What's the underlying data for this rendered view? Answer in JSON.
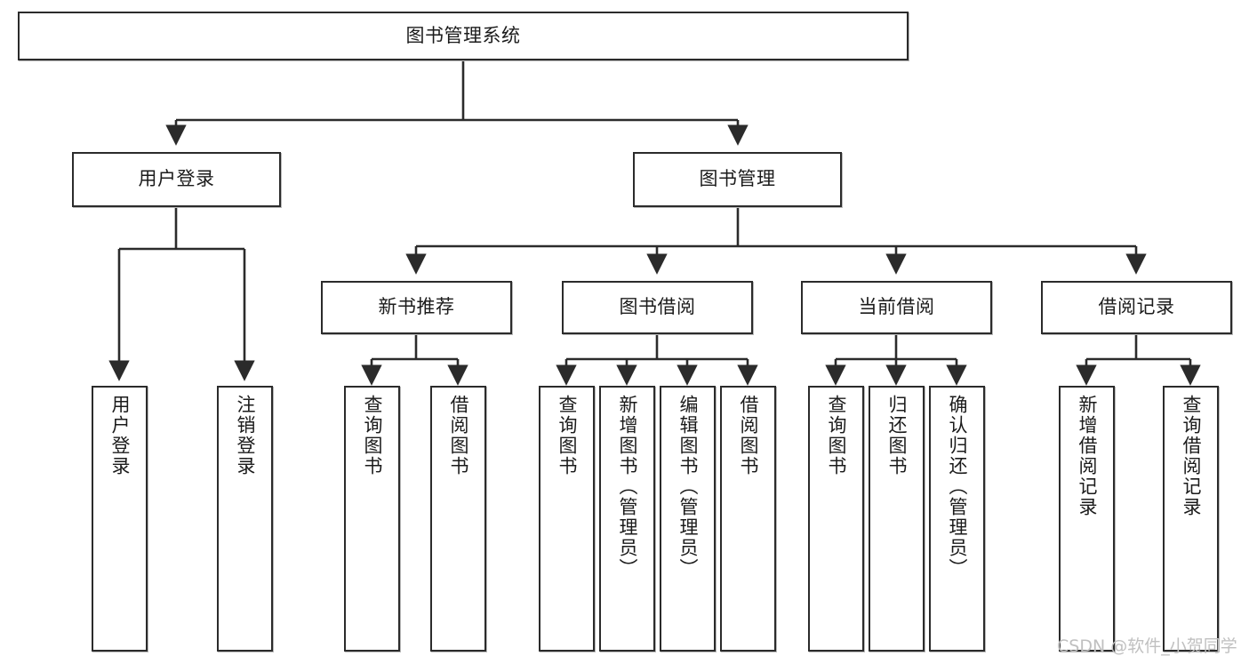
{
  "diagram": {
    "type": "tree-hierarchy-flowchart",
    "title": "图书管理系统",
    "style": {
      "box_border_color": "#2b2b2b",
      "box_fill": "#ffffff",
      "line_color": "#2b2b2b",
      "text_color": "#1b1b1b",
      "watermark_color": "#c0c0c0"
    },
    "nodes": {
      "root": {
        "label": "图书管理系统",
        "level": 1,
        "orientation": "horizontal"
      },
      "l2": [
        {
          "id": "user-login",
          "label": "用户登录",
          "level": 2,
          "orientation": "horizontal"
        },
        {
          "id": "book-manage",
          "label": "图书管理",
          "level": 2,
          "orientation": "horizontal"
        }
      ],
      "l3": [
        {
          "id": "new-book-recommend",
          "label": "新书推荐",
          "level": 3,
          "orientation": "horizontal",
          "parent": "book-manage"
        },
        {
          "id": "book-borrow",
          "label": "图书借阅",
          "level": 3,
          "orientation": "horizontal",
          "parent": "book-manage"
        },
        {
          "id": "current-borrow",
          "label": "当前借阅",
          "level": 3,
          "orientation": "horizontal",
          "parent": "book-manage"
        },
        {
          "id": "borrow-record",
          "label": "借阅记录",
          "level": 3,
          "orientation": "horizontal",
          "parent": "book-manage"
        }
      ],
      "leaves": [
        {
          "id": "leaf-user-login",
          "label": "用户登录",
          "parent": "user-login",
          "orientation": "vertical"
        },
        {
          "id": "leaf-user-logout",
          "label": "注销登录",
          "parent": "user-login",
          "orientation": "vertical"
        },
        {
          "id": "leaf-query-book-1",
          "label": "查询图书",
          "parent": "new-book-recommend",
          "orientation": "vertical"
        },
        {
          "id": "leaf-borrow-book-1",
          "label": "借阅图书",
          "parent": "new-book-recommend",
          "orientation": "vertical"
        },
        {
          "id": "leaf-query-book-2",
          "label": "查询图书",
          "parent": "book-borrow",
          "orientation": "vertical"
        },
        {
          "id": "leaf-add-book",
          "label": "新增图书（管理员）",
          "parent": "book-borrow",
          "orientation": "vertical"
        },
        {
          "id": "leaf-edit-book",
          "label": "编辑图书（管理员）",
          "parent": "book-borrow",
          "orientation": "vertical"
        },
        {
          "id": "leaf-borrow-book-2",
          "label": "借阅图书",
          "parent": "book-borrow",
          "orientation": "vertical"
        },
        {
          "id": "leaf-query-book-3",
          "label": "查询图书",
          "parent": "current-borrow",
          "orientation": "vertical"
        },
        {
          "id": "leaf-return-book",
          "label": "归还图书",
          "parent": "current-borrow",
          "orientation": "vertical"
        },
        {
          "id": "leaf-confirm-return",
          "label": "确认归还（管理员）",
          "parent": "current-borrow",
          "orientation": "vertical"
        },
        {
          "id": "leaf-add-record",
          "label": "新增借阅记录",
          "parent": "borrow-record",
          "orientation": "vertical"
        },
        {
          "id": "leaf-query-record",
          "label": "查询借阅记录",
          "parent": "borrow-record",
          "orientation": "vertical"
        }
      ]
    },
    "watermark": "CSDN @软件_小贺同学"
  }
}
